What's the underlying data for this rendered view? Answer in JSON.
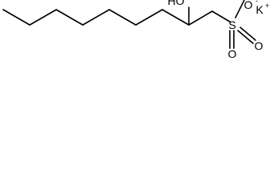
{
  "structure": {
    "atoms": {
      "hydroxyl": "HO",
      "sulfur": "S",
      "oxygen_top": "O",
      "oxygen_bottom": "O",
      "oxygen_anion": "O",
      "anion_charge": "-",
      "counterion": "K",
      "counterion_charge": "+"
    }
  }
}
